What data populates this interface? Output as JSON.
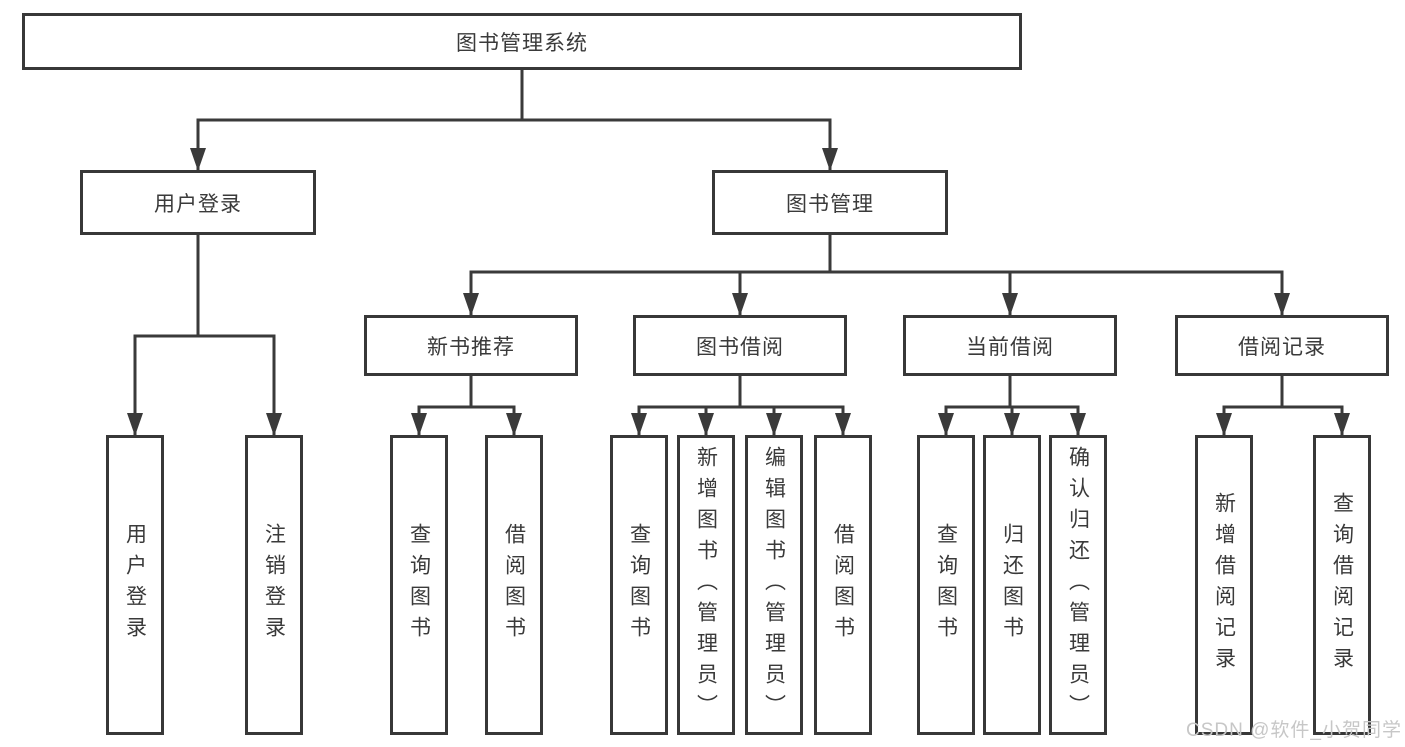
{
  "tree": {
    "label": "图书管理系统",
    "children": [
      {
        "label": "用户登录",
        "children": [
          {
            "label": "用户登录"
          },
          {
            "label": "注销登录"
          }
        ]
      },
      {
        "label": "图书管理",
        "children": [
          {
            "label": "新书推荐",
            "children": [
              {
                "label": "查询图书"
              },
              {
                "label": "借阅图书"
              }
            ]
          },
          {
            "label": "图书借阅",
            "children": [
              {
                "label": "查询图书"
              },
              {
                "label": "新增图书（管理员）"
              },
              {
                "label": "编辑图书（管理员）"
              },
              {
                "label": "借阅图书"
              }
            ]
          },
          {
            "label": "当前借阅",
            "children": [
              {
                "label": "查询图书"
              },
              {
                "label": "归还图书"
              },
              {
                "label": "确认归还（管理员）"
              }
            ]
          },
          {
            "label": "借阅记录",
            "children": [
              {
                "label": "新增借阅记录"
              },
              {
                "label": "查询借阅记录"
              }
            ]
          }
        ]
      }
    ]
  },
  "watermark": "CSDN @软件_小贺同学",
  "colors": {
    "line": "#3a3a3a",
    "box_border": "#383838",
    "text": "#3a3a3a",
    "watermark": "#c7c7c7",
    "background": "#ffffff"
  }
}
